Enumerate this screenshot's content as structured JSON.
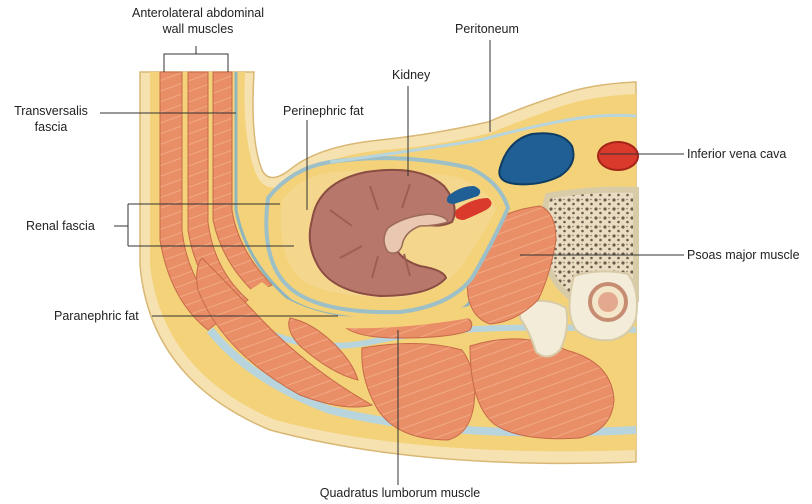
{
  "diagram": {
    "labels": {
      "anterolateral_line1": "Anterolateral abdominal",
      "anterolateral_line2": "wall muscles",
      "peritoneum": "Peritoneum",
      "kidney": "Kidney",
      "transversalis_line1": "Transversalis",
      "transversalis_line2": "fascia",
      "perinephric_fat": "Perinephric fat",
      "inferior_vena_cava": "Inferior vena cava",
      "renal_fascia": "Renal fascia",
      "psoas_major": "Psoas major muscle",
      "paranephric_fat": "Paranephric fat",
      "quadratus_lumborum": "Quadratus lumborum muscle"
    },
    "colors": {
      "fat": "#f3d27a",
      "muscle": "#e98e66",
      "muscle_stripe": "#f0aa85",
      "fascia": "#b8d5dd",
      "kidney": "#b8776b",
      "vein": "#1f5f95",
      "artery": "#d93a2b",
      "bone": "#f3ecd9",
      "bone_spongy": "#7a6556",
      "leader_line": "#333333"
    }
  }
}
